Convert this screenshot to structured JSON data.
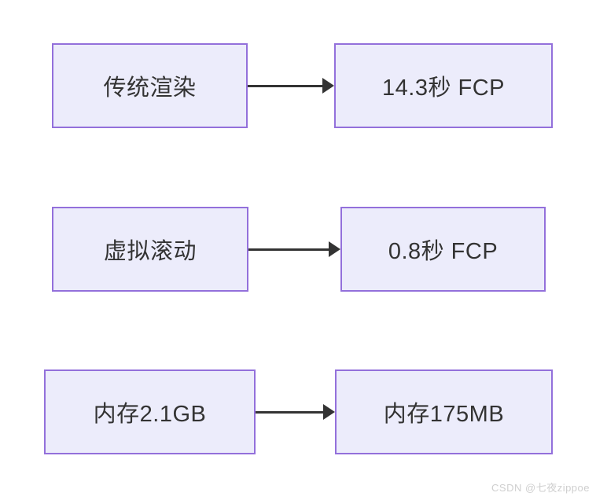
{
  "diagram": {
    "rows": [
      {
        "source": {
          "label": "传统渲染"
        },
        "target": {
          "label": "14.3秒 FCP"
        }
      },
      {
        "source": {
          "label": "虚拟滚动"
        },
        "target": {
          "label": "0.8秒 FCP"
        }
      },
      {
        "source": {
          "label": "内存2.1GB"
        },
        "target": {
          "label": "内存175MB"
        }
      }
    ],
    "colors": {
      "node_fill": "#ECECFB",
      "node_border": "#9370DB",
      "text": "#333333",
      "arrow": "#333333"
    }
  },
  "watermark": {
    "text": "CSDN @七夜zippoe"
  }
}
